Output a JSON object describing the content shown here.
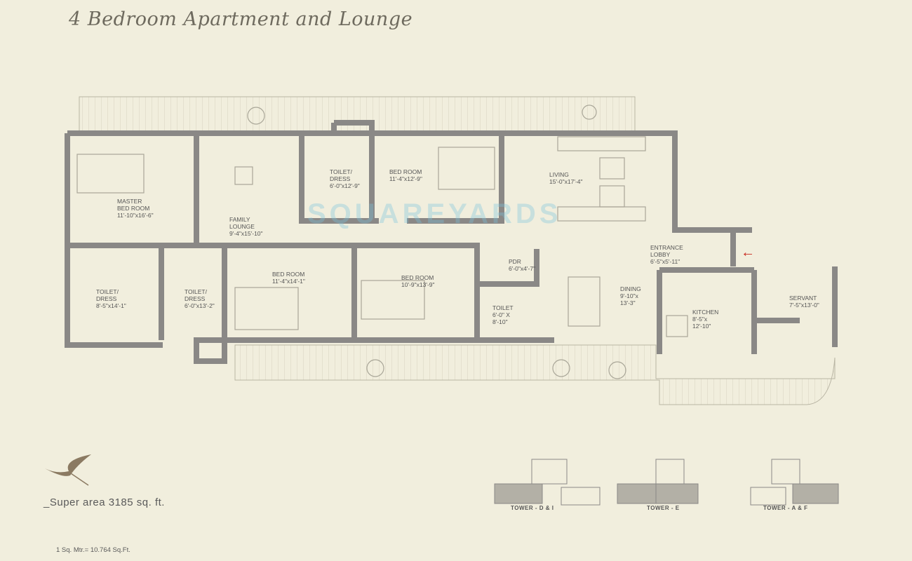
{
  "header": {
    "title": "4 Bedroom Apartment and Lounge"
  },
  "watermark": "SQUAREYARDS",
  "rooms": [
    {
      "name": "MASTER\nBED ROOM",
      "size": "11'-10\"x16'-6\""
    },
    {
      "name": "FAMILY\nLOUNGE",
      "size": "9'-4\"x15'-10\""
    },
    {
      "name": "TOILET/\nDRESS",
      "size": "6'-0\"x12'-9\""
    },
    {
      "name": "BED ROOM",
      "size": "11'-4\"x12'-9\""
    },
    {
      "name": "LIVING",
      "size": "15'-0\"x17'-4\""
    },
    {
      "name": "ENTRANCE\nLOBBY",
      "size": "6'-5\"x5'-11\""
    },
    {
      "name": "TOILET/\nDRESS",
      "size": "8'-5\"x14'-1\""
    },
    {
      "name": "TOILET/\nDRESS",
      "size": "6'-0\"x13'-2\""
    },
    {
      "name": "BED ROOM",
      "size": "11'-4\"x14'-1\""
    },
    {
      "name": "BED ROOM",
      "size": "10'-9\"x13'-9\""
    },
    {
      "name": "PDR",
      "size": "6'-0\"x4'-7\""
    },
    {
      "name": "TOILET",
      "size": "6'-0\" X\n8'-10\""
    },
    {
      "name": "DINING",
      "size": "9'-10\"x\n13'-3\""
    },
    {
      "name": "KITCHEN",
      "size": "8'-5\"x\n12'-10\""
    },
    {
      "name": "SERVANT",
      "size": "7'-5\"x13'-0\""
    }
  ],
  "footer": {
    "super_area": "_Super area 3185 sq. ft.",
    "conversion": "1 Sq. Mtr.= 10.764 Sq.Ft."
  },
  "towers": [
    {
      "label": "TOWER - D & I"
    },
    {
      "label": "TOWER - E"
    },
    {
      "label": "TOWER - A & F"
    }
  ],
  "colors": {
    "background": "#f1eedd",
    "wall": "#8a8886",
    "entry_arrow": "#c8281e",
    "watermark": "#78c3dc"
  }
}
